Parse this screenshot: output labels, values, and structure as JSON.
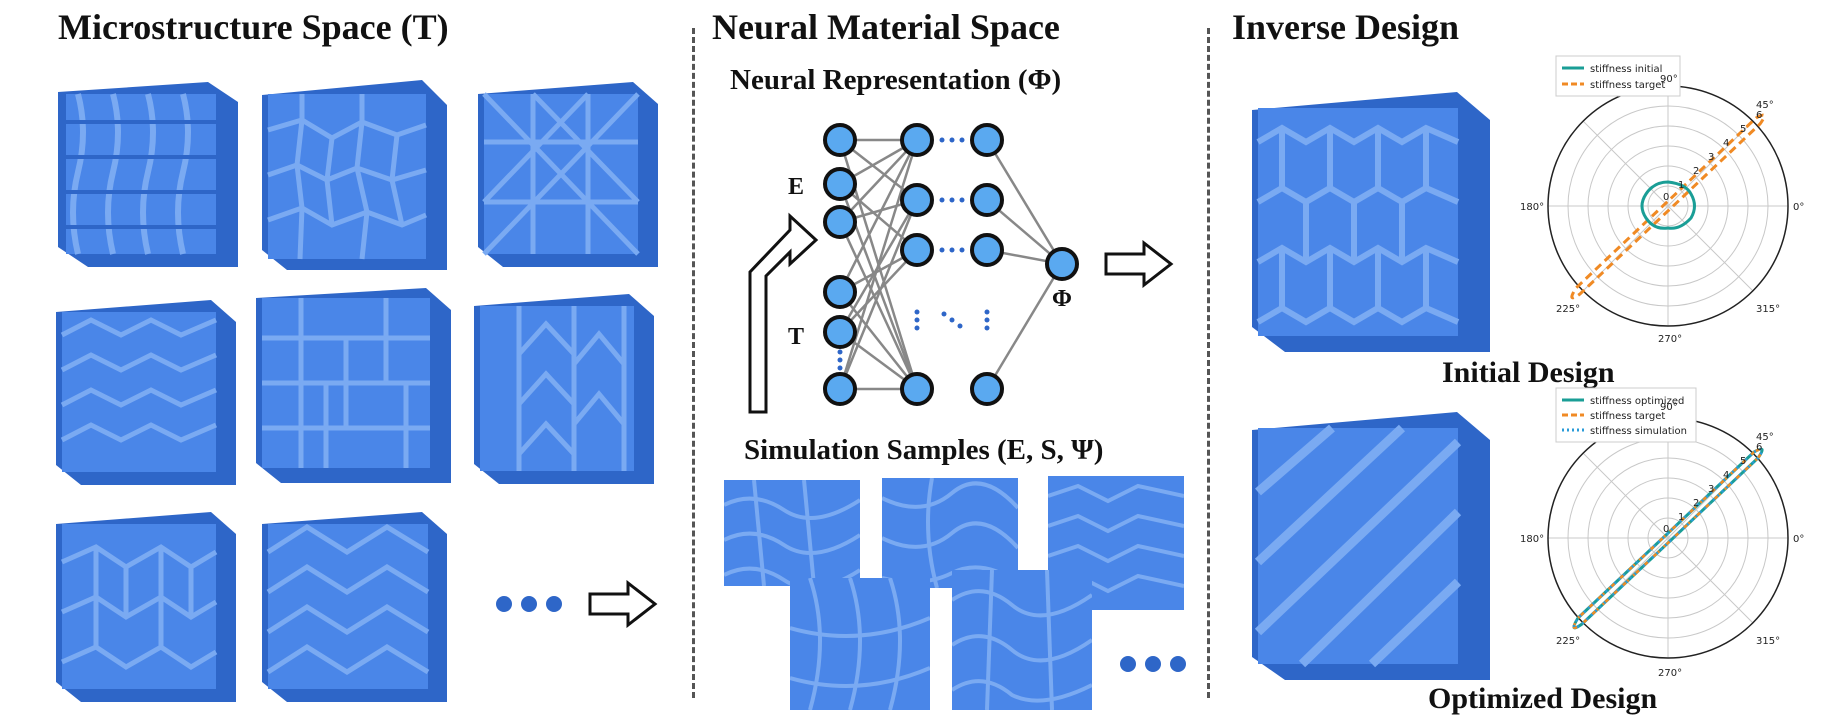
{
  "sections": {
    "microstructure_title": "Microstructure Space (T)",
    "neural_title": "Neural Material Space",
    "neural_subtitle": "Neural Representation (Φ)",
    "simulation_title": "Simulation Samples (E, S, Ψ)",
    "inverse_title": "Inverse Design",
    "initial_caption": "Initial Design",
    "optimized_caption": "Optimized Design"
  },
  "network": {
    "input_label_e": "E",
    "input_label_t": "T",
    "output_label": "Φ"
  },
  "polar_initial": {
    "legend": [
      "stiffness initial",
      "stiffness target"
    ],
    "angle_labels": [
      "90°",
      "45°",
      "0°",
      "315°",
      "270°",
      "225°",
      "180°"
    ],
    "radial_labels": [
      "0",
      "1",
      "2",
      "3",
      "4",
      "5",
      "6"
    ]
  },
  "polar_optimized": {
    "legend": [
      "stiffness optimized",
      "stiffness target",
      "stiffness simulation"
    ],
    "angle_labels": [
      "90°",
      "45°",
      "0°",
      "315°",
      "270°",
      "225°",
      "180°"
    ],
    "radial_labels": [
      "0",
      "1",
      "2",
      "3",
      "4",
      "5",
      "6"
    ]
  },
  "colors": {
    "material_blue": "#4a86e8",
    "material_dark": "#2e66c8",
    "material_light": "#7aaaf2",
    "node_fill": "#5aa9f0",
    "stiffness_teal": "#1a9e96",
    "target_orange": "#f08a24",
    "simulation_blue": "#2a9bd8"
  },
  "icons": [
    "dots-ellipsis-icon",
    "right-arrow-icon",
    "bent-arrow-icon"
  ]
}
